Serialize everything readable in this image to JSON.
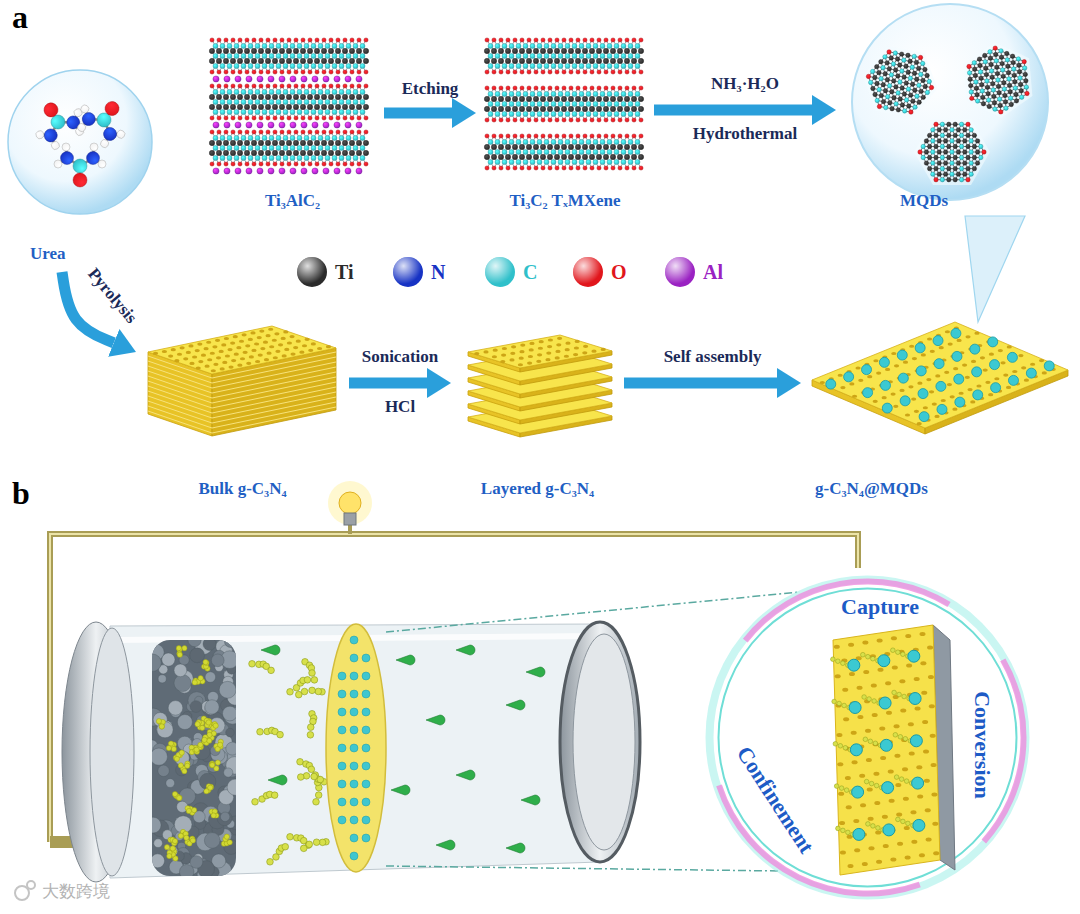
{
  "diagram": {
    "nodes": [
      {
        "text": [
          "Urea"
        ]
      },
      {
        "text": [
          "Ti₃AlC₂"
        ]
      },
      {
        "text": [
          "Ti₃C₂ TₓMXene"
        ]
      },
      {
        "text": [
          "MQDs"
        ]
      },
      {
        "text": [
          "Bulk g-C₃N₄"
        ]
      },
      {
        "text": [
          "Layered g-C₃N₄"
        ]
      },
      {
        "text": [
          "g-C₃N₄@MQDs"
        ]
      },
      {
        "text": [
          "Capture",
          "Conversion",
          "Confinement"
        ]
      }
    ],
    "edges": [
      {
        "from": 1,
        "to": 2,
        "arrow": "to",
        "label": "Etching"
      },
      {
        "from": 2,
        "to": 3,
        "arrow": "to",
        "label": "NH₃·H₂O"
      },
      {
        "from": 0,
        "to": 4,
        "arrow": "to",
        "label": "Pyrolysis"
      },
      {
        "from": 4,
        "to": 5,
        "arrow": "to",
        "label": "Sonication"
      },
      {
        "from": 5,
        "to": 6,
        "arrow": "to",
        "label": "Self assembly"
      },
      {
        "from": 3,
        "to": 6,
        "arrow": "none"
      }
    ],
    "labels": [
      "a",
      "Hydrothermal",
      "HCl",
      "b",
      "大数跨境"
    ],
    "legend": [
      {
        "text": "Ti",
        "color": "#2b2b2b"
      },
      {
        "text": "N",
        "color": "#1733c4"
      },
      {
        "text": "C",
        "color": "#2fc0ca"
      },
      {
        "text": "O",
        "color": "#e1161c"
      },
      {
        "text": "Al",
        "color": "#9a22c2"
      }
    ]
  }
}
